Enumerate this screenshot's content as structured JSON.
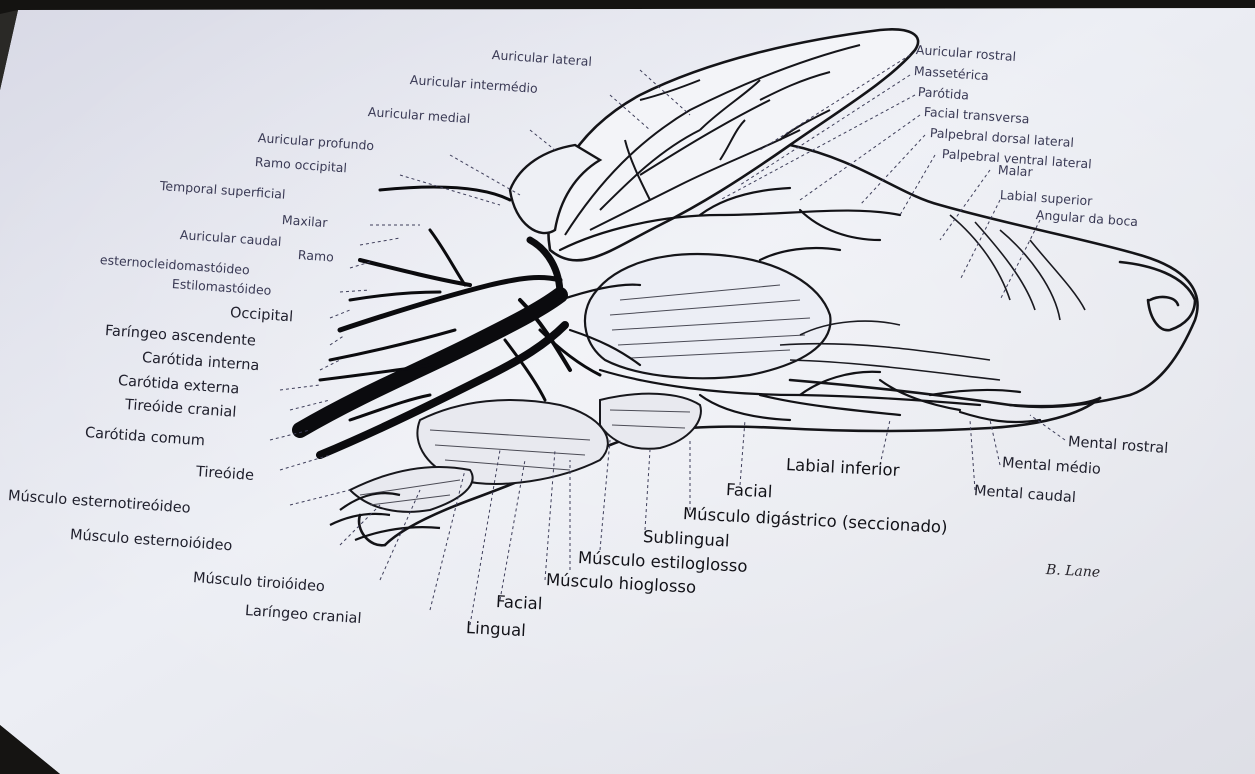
{
  "figure": {
    "labels_top": [
      "Auricular lateral",
      "Auricular intermédio",
      "Auricular medial",
      "Auricular profundo",
      "Ramo occipital",
      "Temporal superficial",
      "Maxilar",
      "Auricular caudal",
      "Ramo",
      "esternocleidomastóideo",
      "Estilomastóideo",
      "Occipital",
      "Faríngeo ascendente",
      "Carótida interna",
      "Carótida externa",
      "Tireóide cranial",
      "Carótida comum",
      "Tireóide",
      "Músculo esternotireóideo",
      "Músculo esternoióideo",
      "Músculo tiroióideo",
      "Laríngeo cranial"
    ],
    "labels_right": [
      "Auricular rostral",
      "Massetérica",
      "Parótida",
      "Facial transversa",
      "Palpebral dorsal lateral",
      "Palpebral ventral lateral",
      "Malar",
      "Labial superior",
      "Angular da boca",
      "Mental rostral",
      "Mental médio",
      "Mental caudal"
    ],
    "labels_bottom": [
      "Lingual",
      "Facial",
      "Músculo hioglosso",
      "Músculo estiloglosso",
      "Sublingual",
      "Músculo digástrico (seccionado)",
      "Facial",
      "Labial inferior"
    ],
    "signature": "B. Lane"
  }
}
